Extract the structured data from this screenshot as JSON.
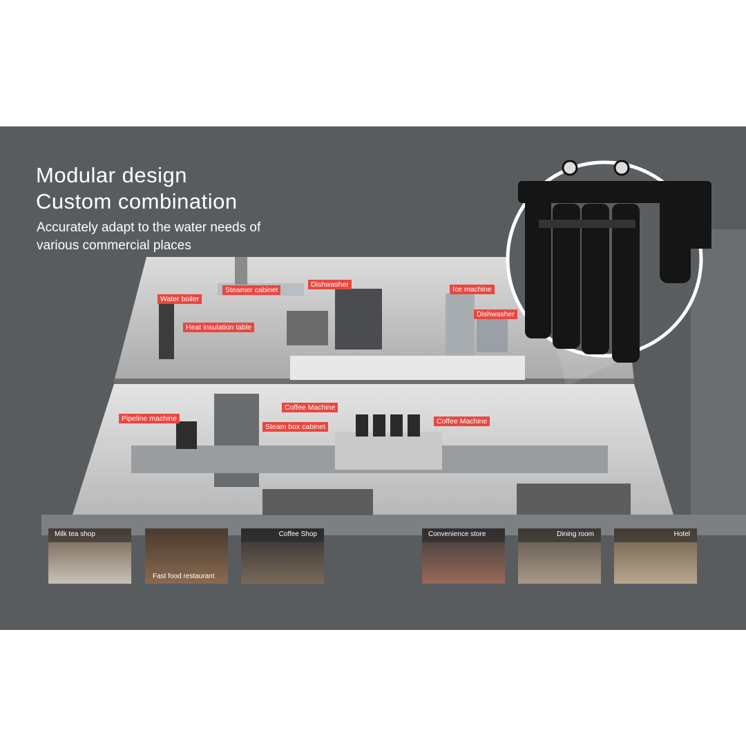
{
  "headline": {
    "line1": "Modular design",
    "line2": "Custom combination"
  },
  "subtitle": {
    "line1": "Accurately adapt to the water needs of",
    "line2": "various commercial places"
  },
  "labels": {
    "water_boiler": "Water boiler",
    "steamer_cabinet": "Steamer cabinet",
    "dishwasher_1": "Dishwasher",
    "heat_insulation_table": "Heat insulation table",
    "ice_machine": "Ice machine",
    "dishwasher_2": "Dishwasher",
    "pipeline_machine": "Pipeline machine",
    "coffee_machine_1": "Coffee Machine",
    "steam_box_cabinet": "Steam box cabinet",
    "coffee_machine_2": "Coffee Machine"
  },
  "places": [
    {
      "label": "Milk tea shop"
    },
    {
      "label": "Fast food restaurant"
    },
    {
      "label": "Coffee Shop"
    },
    {
      "label": "Convenience store"
    },
    {
      "label": "Dining room"
    },
    {
      "label": "Hotel"
    }
  ],
  "colors": {
    "panel": "#595c5f",
    "label_bg": "#e9473f"
  }
}
